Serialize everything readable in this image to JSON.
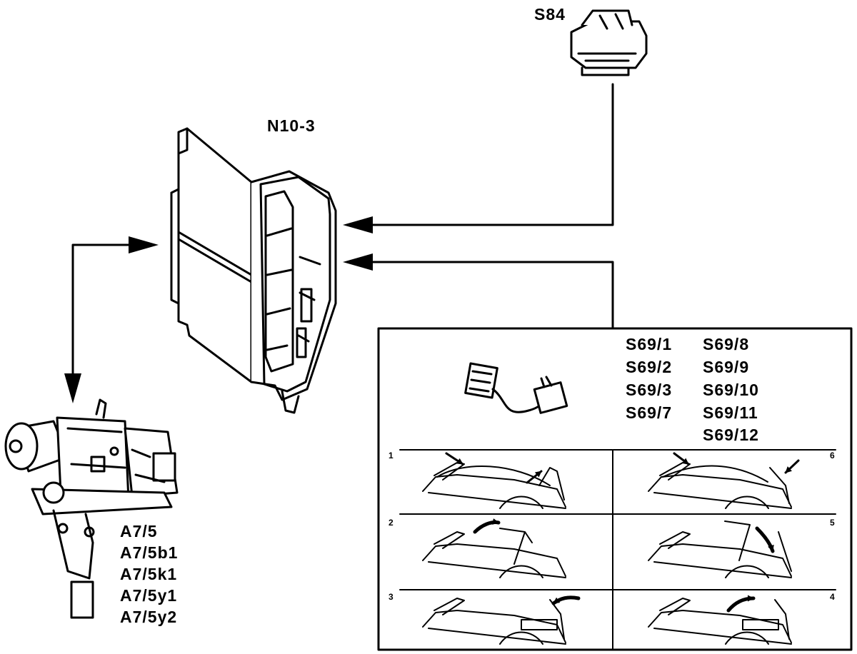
{
  "components": {
    "switch_top": {
      "label": "S84"
    },
    "control_unit": {
      "label": "N10-3"
    },
    "pump": {
      "labels": [
        "A7/5",
        "A7/5b1",
        "A7/5k1",
        "A7/5y1",
        "A7/5y2"
      ]
    },
    "switch_group": {
      "labels_left": [
        "S69/1",
        "S69/2",
        "S69/3",
        "S69/7"
      ],
      "labels_right": [
        "S69/8",
        "S69/9",
        "S69/10",
        "S69/11",
        "S69/12"
      ]
    }
  },
  "sequence": {
    "left_steps": [
      "1",
      "2",
      "3"
    ],
    "right_steps": [
      "6",
      "5",
      "4"
    ]
  },
  "colors": {
    "ink": "#000000",
    "paper": "#ffffff"
  }
}
